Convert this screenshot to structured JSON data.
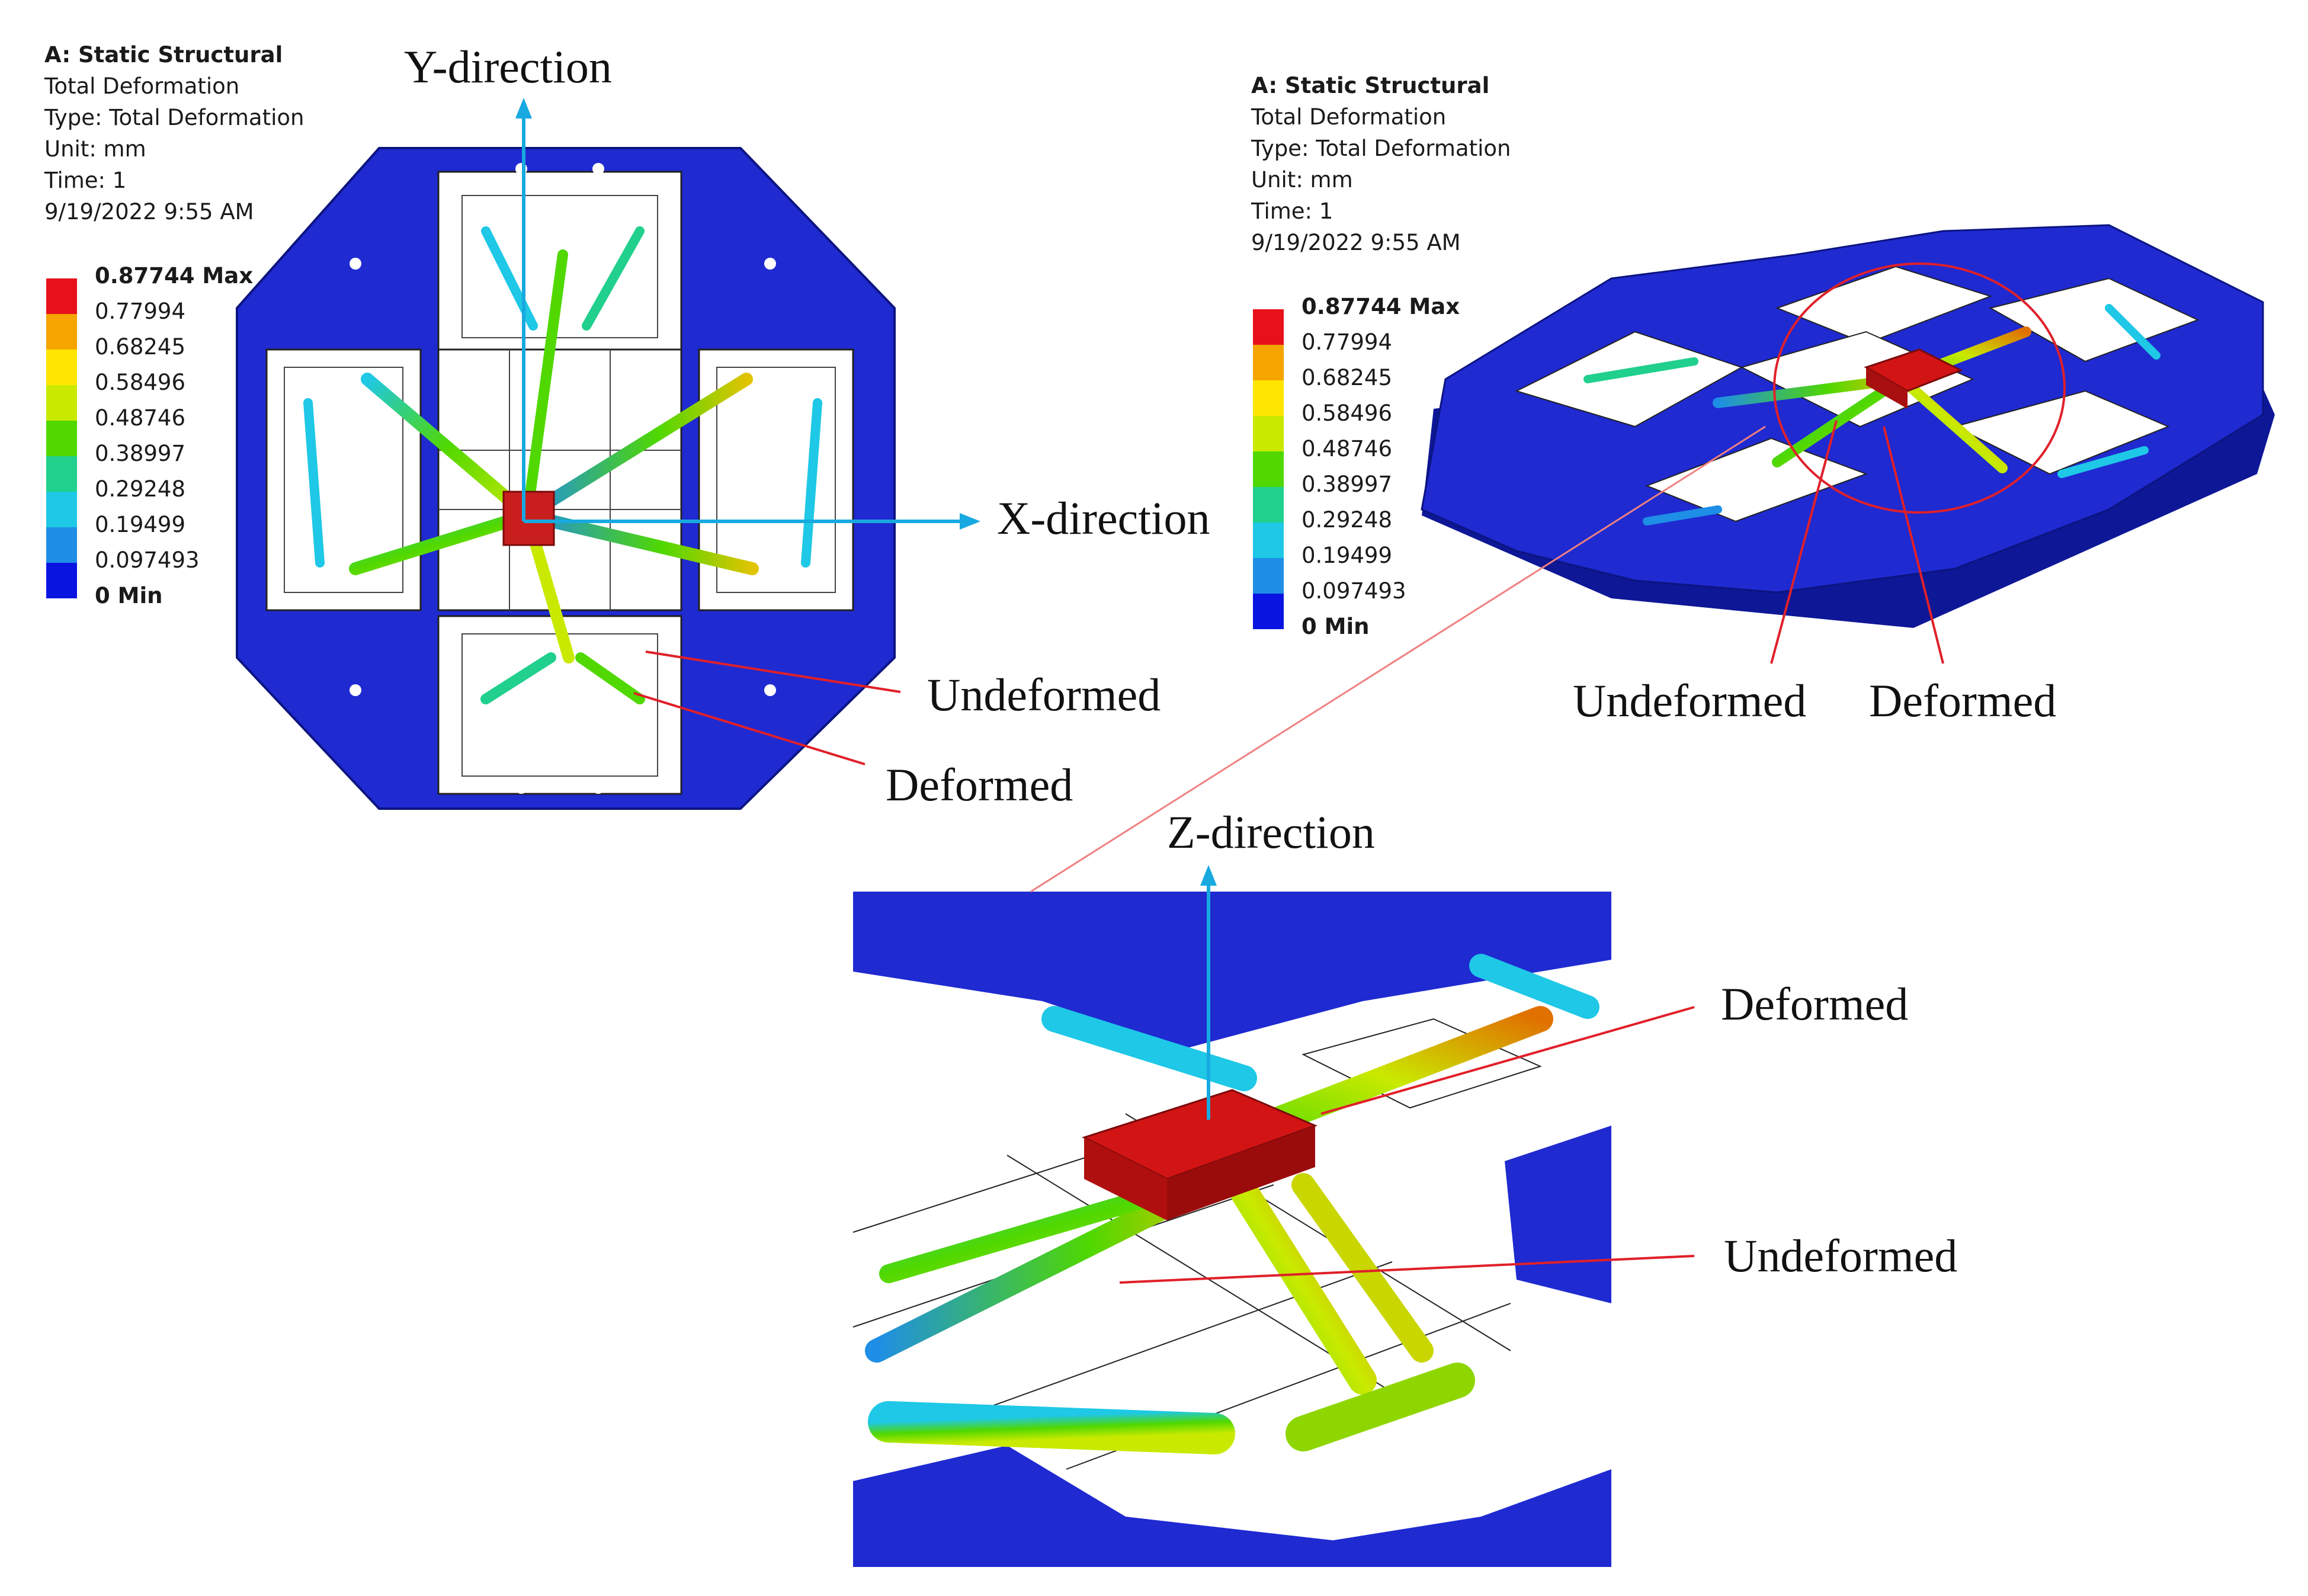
{
  "info_block": {
    "title": "A: Static Structural",
    "lines": [
      "Total Deformation",
      "Type: Total Deformation",
      "Unit: mm",
      "Time: 1",
      "9/19/2022 9:55 AM"
    ]
  },
  "legend": {
    "max_label": "0.87744 Max",
    "values": [
      "0.77994",
      "0.68245",
      "0.58496",
      "0.48746",
      "0.38997",
      "0.29248",
      "0.19499",
      "0.097493"
    ],
    "min_label": "0 Min",
    "colors": [
      "#e8111a",
      "#f5a400",
      "#ffe600",
      "#c9ea00",
      "#50d800",
      "#20d08c",
      "#1ec8e6",
      "#1e8ee6",
      "#0a14e0"
    ]
  },
  "callouts": {
    "y_direction": "Y-direction",
    "x_direction": "X-direction",
    "z_direction": "Z-direction",
    "undeformed": "Undeformed",
    "deformed": "Deformed"
  },
  "colors": {
    "frame_blue": "#1f2ad1",
    "arrow_cyan": "#17a9e0",
    "callout_red": "#e0202a",
    "mass_red": "#c81e1e"
  }
}
